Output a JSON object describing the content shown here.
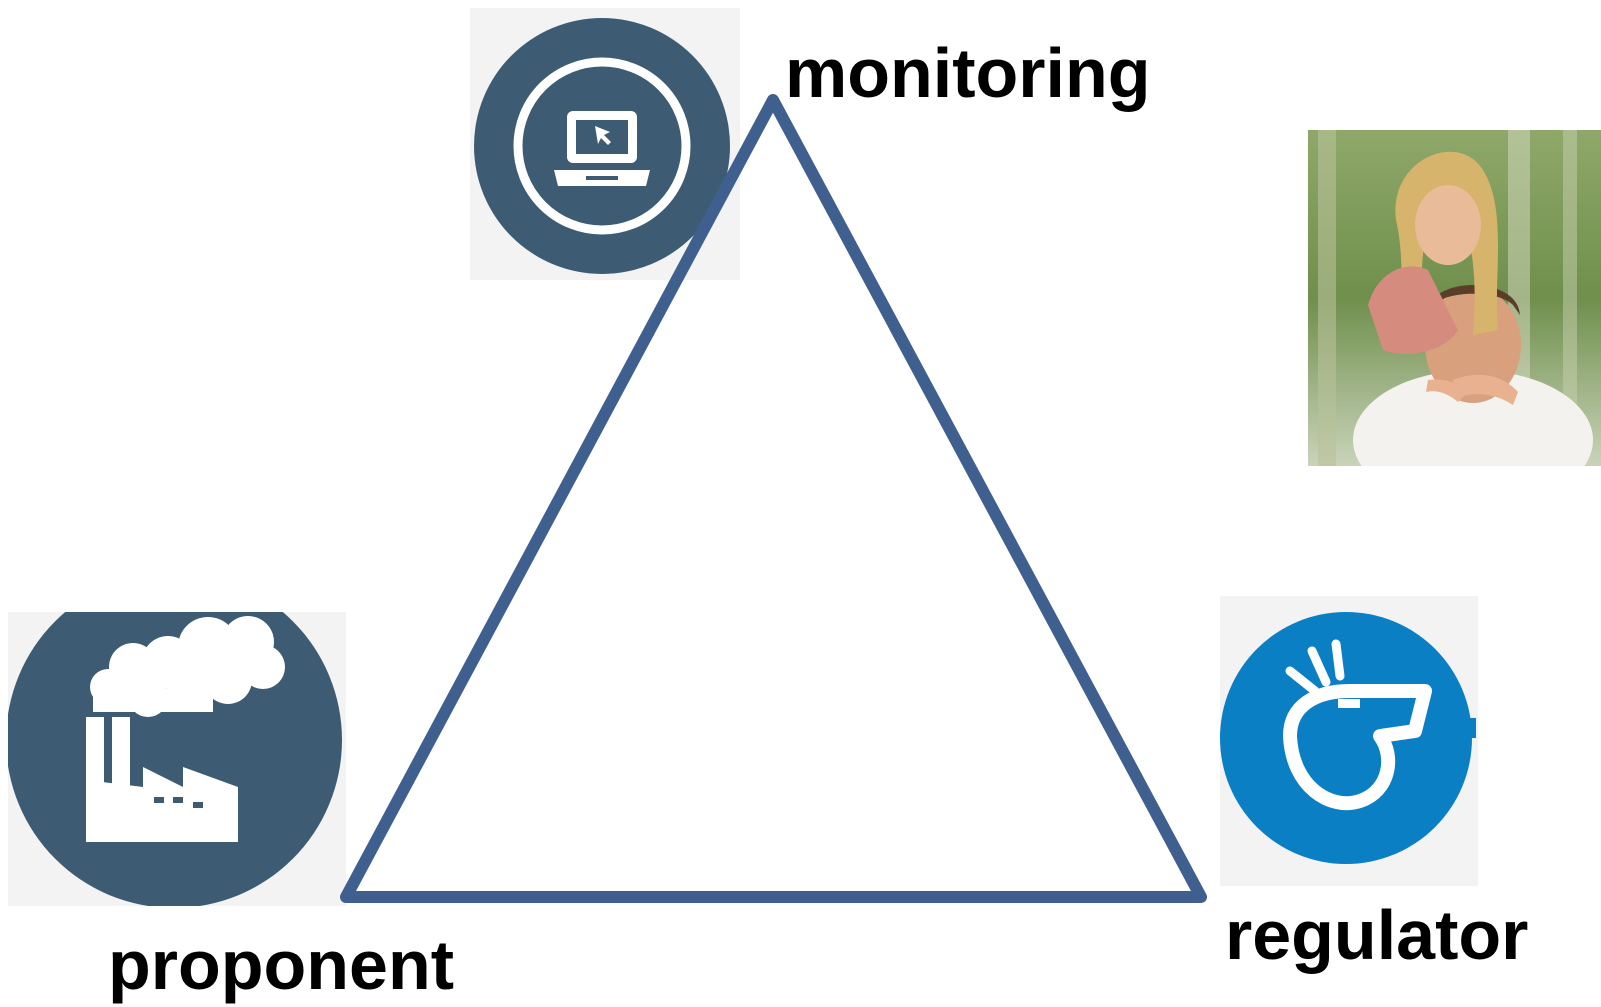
{
  "labels": {
    "monitoring": "monitoring",
    "proponent": "proponent",
    "regulator": "regulator"
  },
  "icons": {
    "monitoring": "laptop-icon",
    "proponent": "factory-icon",
    "regulator": "whistle-icon",
    "photo": "parent-child-photo"
  },
  "colors": {
    "triangle": "#3f5f8f",
    "dark_icon": "#3d5c74",
    "whistle_blue": "#0a7fc4",
    "tile_bg": "#f3f3f3"
  }
}
